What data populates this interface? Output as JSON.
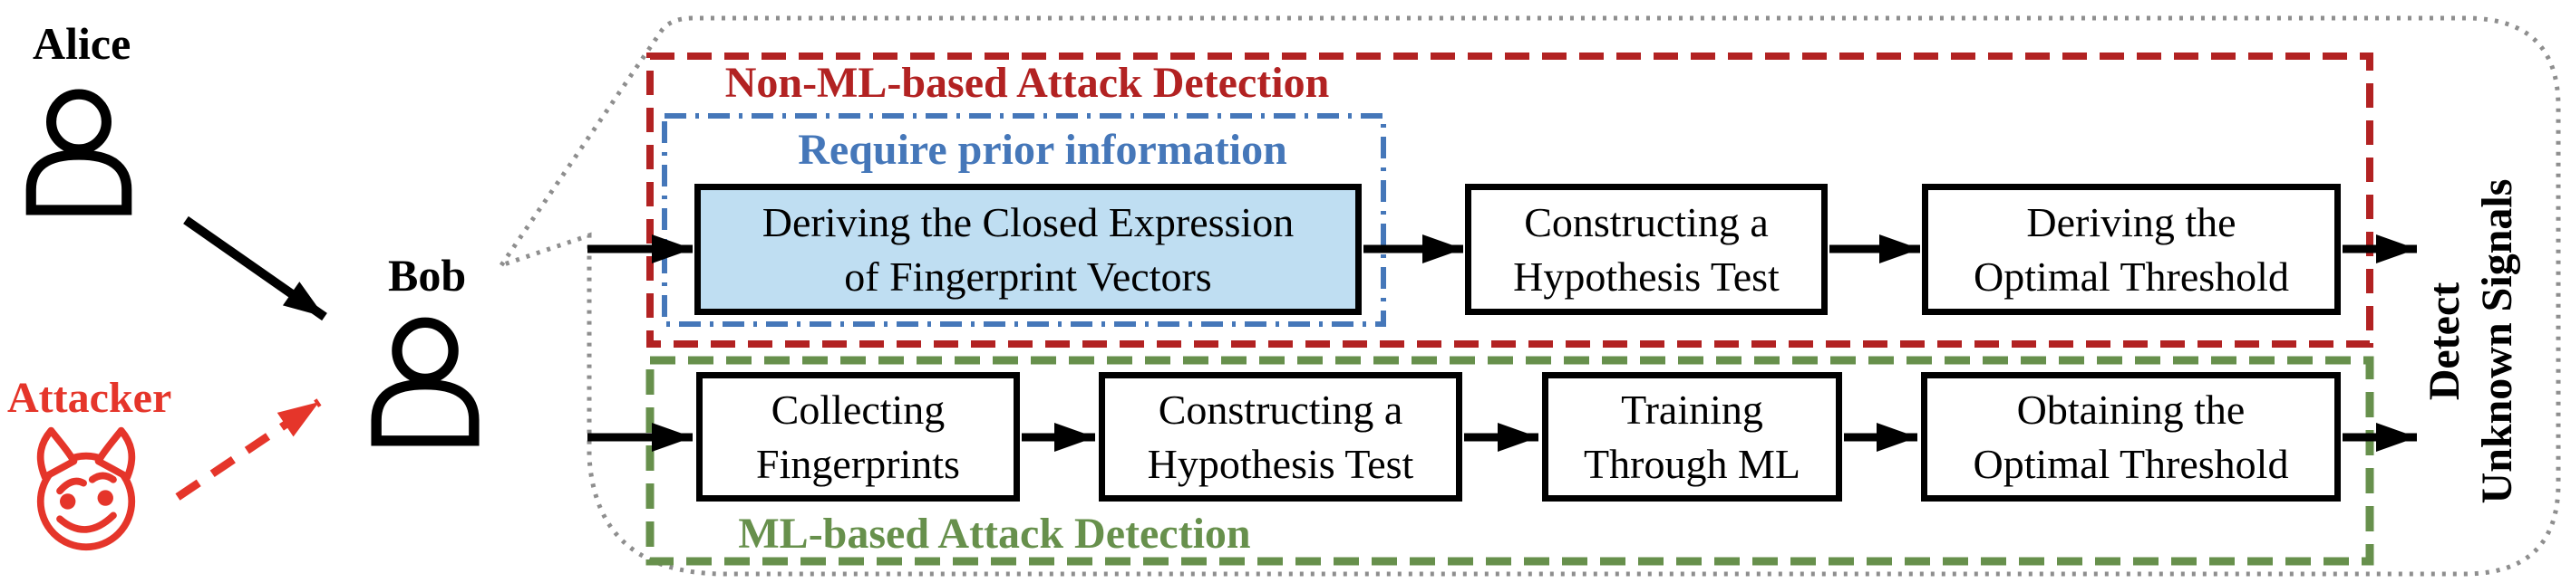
{
  "figure": {
    "alice_label": "Alice",
    "bob_label": "Bob",
    "attacker_label": "Attacker",
    "non_ml": {
      "title": "Non-ML-based Attack Detection",
      "prior_title": "Require prior information",
      "steps": [
        {
          "line1": "Deriving the Closed Expression",
          "line2": "of Fingerprint Vectors"
        },
        {
          "line1": "Constructing a",
          "line2": "Hypothesis Test"
        },
        {
          "line1": "Deriving the",
          "line2": "Optimal Threshold"
        }
      ]
    },
    "ml": {
      "title": "ML-based Attack Detection",
      "steps": [
        {
          "line1": "Collecting",
          "line2": "Fingerprints"
        },
        {
          "line1": "Constructing a",
          "line2": "Hypothesis Test"
        },
        {
          "line1": "Training",
          "line2": "Through ML"
        },
        {
          "line1": "Obtaining the",
          "line2": "Optimal Threshold"
        }
      ]
    },
    "output_label": {
      "line1": "Detect",
      "line2": "Unknown Signals"
    }
  },
  "colors": {
    "non_ml_red": "#B22222",
    "prior_blue": "#4577B9",
    "highlight_fill": "#BFDEF2",
    "ml_green": "#67904C",
    "attacker_red": "#E5352A",
    "bubble_gray": "#8E8E8E",
    "ink_black": "#000000"
  }
}
